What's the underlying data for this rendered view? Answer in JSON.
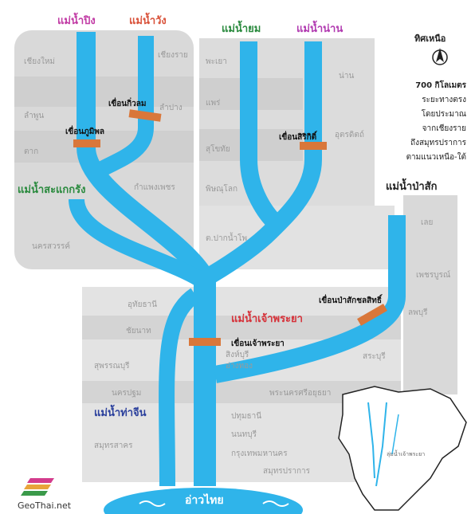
{
  "rivers": {
    "ping": "แม่น้ำปิง",
    "wang": "แม่น้ำวัง",
    "yom": "แม่น้ำยม",
    "nan": "แม่น้ำน่าน",
    "sakae_krang": "แม่น้ำสะแกกรัง",
    "pa_sak": "แม่น้ำป่าสัก",
    "chao_phraya": "แม่น้ำเจ้าพระยา",
    "tha_chin": "แม่น้ำท่าจีน"
  },
  "dams": {
    "kiw_lom": "เขื่อนกิ่วลม",
    "bhumibol": "เขื่อนภูมิพล",
    "sirikit": "เขื่อนสิริกิติ์",
    "chao_phraya": "เขื่อนเจ้าพระยา",
    "pasak": "เขื่อนป่าสักชลสิทธิ์"
  },
  "provinces": {
    "chiang_mai": "เชียงใหม่",
    "chiang_rai": "เชียงราย",
    "lamphun": "ลำพูน",
    "lampang": "ลำปาง",
    "tak": "ตาก",
    "kamphaeng_phet": "กำแพงเพชร",
    "phayao": "พะเยา",
    "phrae": "แพร่",
    "sukhothai": "สุโขทัย",
    "phitsanulok": "พิษณุโลก",
    "nan": "น่าน",
    "uttaradit": "อุตรดิตถ์",
    "nakhon_sawan": "นครสวรรค์",
    "pak_nam_pho": "ต.ปากน้ำโพ",
    "loei": "เลย",
    "phetchabun": "เพชรบูรณ์",
    "lopburi": "ลพบุรี",
    "saraburi": "สระบุรี",
    "uthai_thani": "อุทัยธานี",
    "chai_nat": "ชัยนาท",
    "sing_buri": "สิงห์บุรี",
    "ang_thong": "อ่างทอง",
    "suphan_buri": "สุพรรณบุรี",
    "ayutthaya": "พระนครศรีอยุธยา",
    "nakhon_pathom": "นครปฐม",
    "pathum_thani": "ปทุมธานี",
    "nonthaburi": "นนทบุรี",
    "bangkok": "กรุงเทพมหานคร",
    "samut_sakhon": "สมุทรสาคร",
    "samut_prakan": "สมุทรปราการ"
  },
  "gulf": "อ่าวไทย",
  "north": "ทิศเหนือ",
  "distance_lines": [
    "700 กิโลเมตร",
    "ระยะทางตรง",
    "โดยประมาณ",
    "จากเชียงราย",
    "ถึงสมุทรปราการ",
    "ตามแนวเหนือ-ใต้"
  ],
  "inset_label": "ลุ่มน้ำเจ้าพระยา",
  "logo_text": "GeoThai.net",
  "colors": {
    "river": "#2fb4ea",
    "river_dark": "#1aa3de",
    "dam": "#d9773a",
    "panel": "#d7d7d7",
    "panel_light": "#e6e6e6",
    "ping_label": "#c13aa4",
    "wang_label": "#d9523a",
    "yom_label": "#2a8a3e",
    "nan_label": "#b13ab0",
    "sakae_label": "#2a8a3e",
    "pasak_label": "#222222",
    "chaophraya_label": "#d6323a",
    "thachin_label": "#2a3f9c"
  }
}
